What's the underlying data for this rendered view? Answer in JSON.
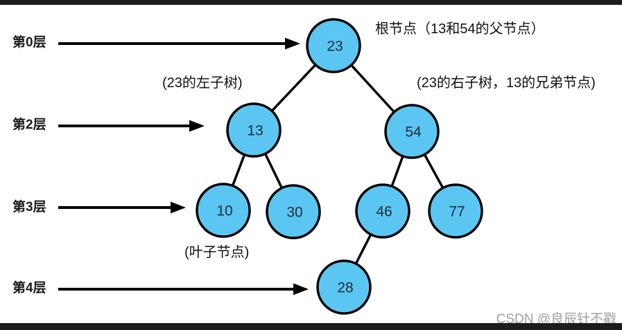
{
  "diagram_title": "binary-tree-levels-diagram",
  "levels": [
    {
      "label": "第0层"
    },
    {
      "label": "第2层"
    },
    {
      "label": "第3层"
    },
    {
      "label": "第4层"
    }
  ],
  "tree": {
    "nodes": [
      {
        "value": "23",
        "role": "root"
      },
      {
        "value": "13",
        "role": "left-child-of-23"
      },
      {
        "value": "54",
        "role": "right-child-of-23"
      },
      {
        "value": "10",
        "role": "left-child-of-13"
      },
      {
        "value": "30",
        "role": "right-child-of-13"
      },
      {
        "value": "46",
        "role": "left-child-of-54"
      },
      {
        "value": "77",
        "role": "right-child-of-54"
      },
      {
        "value": "28",
        "role": "left-child-of-46"
      }
    ],
    "edges": [
      [
        "23",
        "13"
      ],
      [
        "23",
        "54"
      ],
      [
        "13",
        "10"
      ],
      [
        "13",
        "30"
      ],
      [
        "54",
        "46"
      ],
      [
        "54",
        "77"
      ],
      [
        "46",
        "28"
      ]
    ]
  },
  "annotations": {
    "root_note": "根节点（13和54的父节点）",
    "left_subtree_note": "(23的左子树)",
    "right_subtree_note": "(23的右子树，13的兄弟节点)",
    "leaf_note": "(叶子节点)"
  },
  "watermark": "CSDN @良辰针不戳",
  "colors": {
    "node_fill": "#5BC6F1",
    "node_stroke": "#000000",
    "node_text": "#1D2B3A",
    "line": "#000000",
    "label_text": "#1A1A1A",
    "watermark_text": "#9E9E9E",
    "border_bar": "#1C1C1C",
    "background": "#FFFFFF"
  }
}
